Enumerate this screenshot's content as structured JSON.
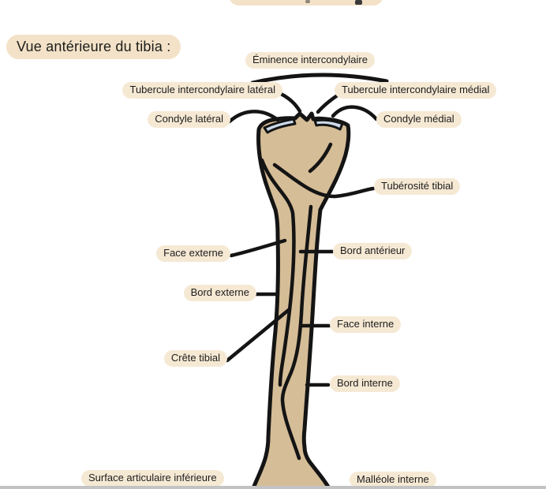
{
  "heading": {
    "text": "Vue antérieure du tibia :"
  },
  "figure": {
    "subject": "tibia-anterior-view",
    "labels": {
      "eminence": "Éminence intercondylaire",
      "tubercule_lateral": "Tubercule intercondylaire latéral",
      "tubercule_medial": "Tubercule intercondylaire médial",
      "condyle_lateral": "Condyle latéral",
      "condyle_medial": "Condyle médial",
      "tuberosite": "Tubérosité tibial",
      "face_externe": "Face externe",
      "bord_anterieur": "Bord antérieur",
      "bord_externe": "Bord externe",
      "face_interne": "Face interne",
      "crete": "Crête tibial",
      "bord_interne": "Bord interne",
      "surface_articulaire": "Surface articulaire inférieure",
      "malleole": "Malléole interne"
    }
  },
  "colors": {
    "bone_fill": "#d5bd97",
    "articular_surface": "#ccdaeb",
    "outline": "#141414",
    "label_background": "#f6e9d4",
    "heading_background": "#f3e2c7",
    "text": "#1c1c1c",
    "bottom_edge_bar": "#c3c3c3"
  }
}
